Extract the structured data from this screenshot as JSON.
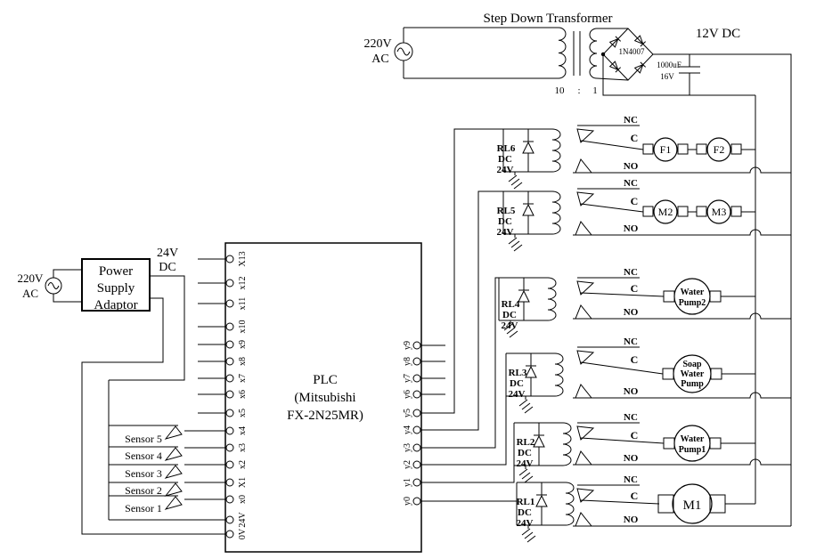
{
  "colors": {
    "ink": "#000000",
    "background": "#ffffff"
  },
  "header": {
    "title": "Step Down Transformer",
    "ratio_left": "10",
    "ratio_colon": ":",
    "ratio_right": "1",
    "bridge_label": "1N4007",
    "cap_value": "1000uF",
    "cap_voltage": "16V",
    "dc_out": "12V DC"
  },
  "ac_source_top": {
    "line1": "220V",
    "line2": "AC"
  },
  "ac_source_left": {
    "line1": "220V",
    "line2": "AC"
  },
  "psu": {
    "line1": "Power",
    "line2": "Supply",
    "line3": "Adaptor",
    "out_line1": "24V",
    "out_line2": "DC"
  },
  "plc": {
    "line1": "PLC",
    "line2": "(Mitsubishi",
    "line3": "FX-2N25MR)",
    "left_pins": [
      "X13",
      "x12",
      "x11",
      "x10",
      "x9",
      "x8",
      "x7",
      "x6",
      "x5",
      "x4",
      "x3",
      "x2",
      "X1",
      "x0",
      "24V",
      "0V"
    ],
    "right_pins": [
      "y9",
      "y8",
      "y7",
      "y6",
      "y5",
      "y4",
      "y3",
      "y2",
      "y1",
      "y0"
    ]
  },
  "sensors": {
    "s5": "Sensor 5",
    "s4": "Sensor 4",
    "s3": "Sensor 3",
    "s2": "Sensor 2",
    "s1": "Sensor 1"
  },
  "relays": {
    "rl6": {
      "name": "RL6",
      "type": "DC",
      "voltage": "24V"
    },
    "rl5": {
      "name": "RL5",
      "type": "DC",
      "voltage": "24V"
    },
    "rl4": {
      "name": "RL4",
      "type": "DC",
      "voltage": "24V"
    },
    "rl3": {
      "name": "RL3",
      "type": "DC",
      "voltage": "24V"
    },
    "rl2": {
      "name": "RL2",
      "type": "DC",
      "voltage": "24V"
    },
    "rl1": {
      "name": "RL1",
      "type": "DC",
      "voltage": "24V"
    }
  },
  "contact_labels": {
    "nc": "NC",
    "c": "C",
    "no": "NO"
  },
  "loads": {
    "f1": "F1",
    "f2": "F2",
    "m2": "M2",
    "m3": "M3",
    "pump2_l1": "Water",
    "pump2_l2": "Pump2",
    "soap_l1": "Soap",
    "soap_l2": "Water",
    "soap_l3": "Pump",
    "pump1_l1": "Water",
    "pump1_l2": "Pump1",
    "m1": "M1"
  }
}
